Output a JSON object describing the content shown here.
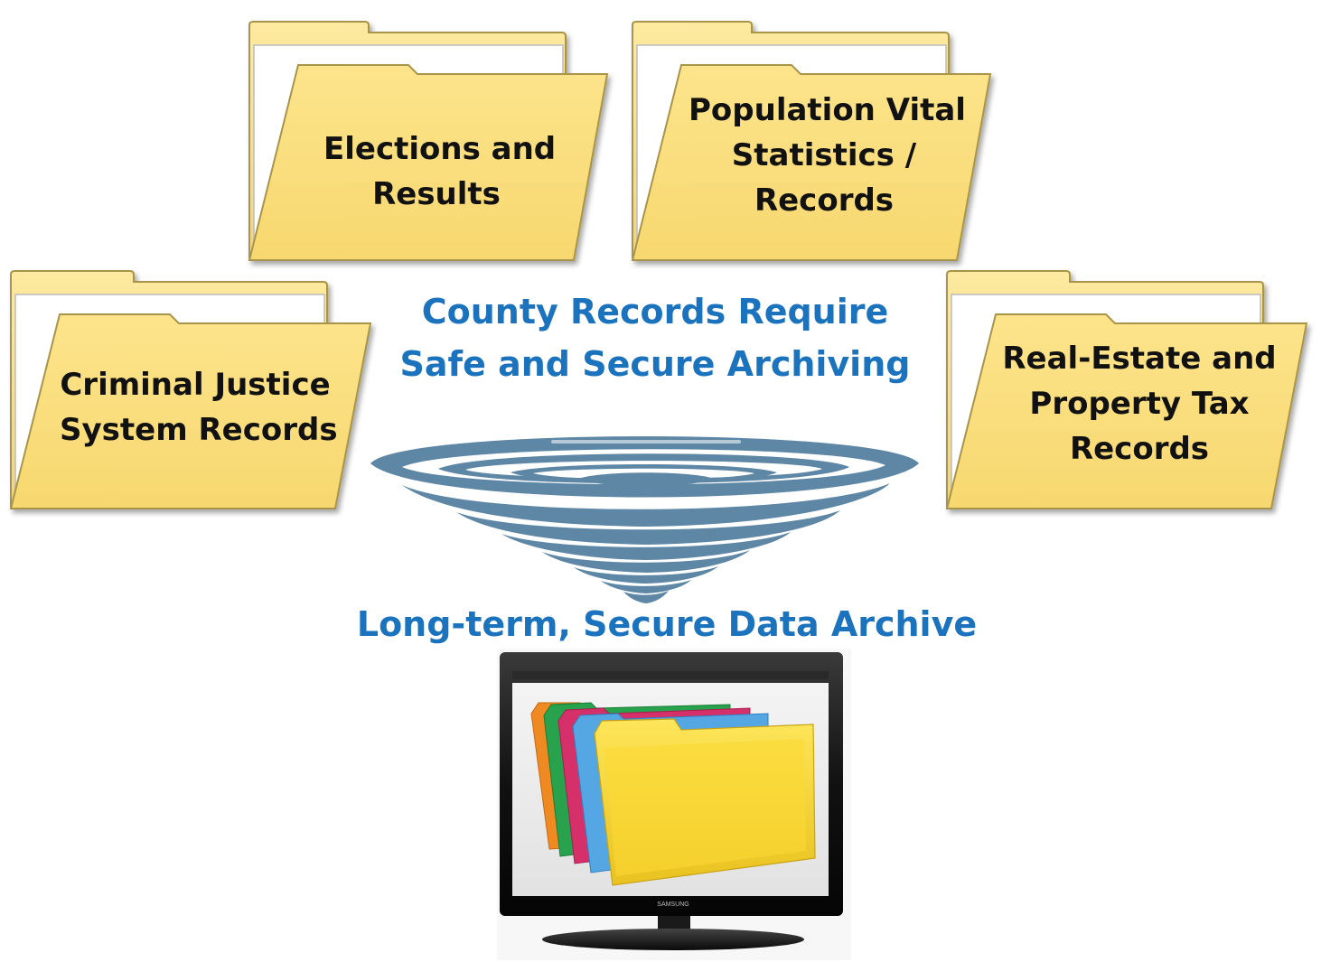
{
  "headline": {
    "line1": "County Records Require",
    "line2": "Safe and Secure Archiving"
  },
  "archive": {
    "label": "Long-term, Secure Data Archive",
    "monitor_brand": "SAMSUNG"
  },
  "folders": [
    {
      "id": "elections",
      "lines": [
        "Elections and",
        "Results"
      ]
    },
    {
      "id": "population",
      "lines": [
        "Population Vital",
        "Statistics /",
        "Records"
      ]
    },
    {
      "id": "criminal",
      "lines": [
        "Criminal Justice",
        "System Records"
      ]
    },
    {
      "id": "realestate",
      "lines": [
        "Real-Estate and",
        "Property Tax",
        "Records"
      ]
    }
  ],
  "icons": {
    "folders": "folder-icon",
    "funnel": "tornado-funnel-icon",
    "monitor": "monitor-icon"
  },
  "colors": {
    "folder_fill": "#fbe183",
    "folder_stroke": "#a8954a",
    "headline_text": "#1b73be",
    "funnel": "#5e87a6"
  }
}
